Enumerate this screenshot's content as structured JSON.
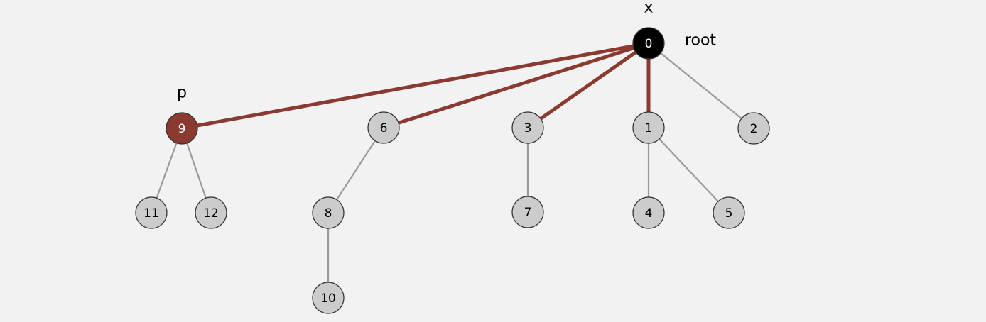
{
  "colors": {
    "node_fill": "#cccccc",
    "node_text": "#000000",
    "root_fill": "#000000",
    "root_text": "#ffffff",
    "highlight_fill": "#8a3a30",
    "highlight_text": "#ffffff",
    "edge_normal": "#9a9a9a",
    "edge_highlight": "#8a3a30"
  },
  "nodes": [
    {
      "id": "0",
      "label": "0",
      "style": "root"
    },
    {
      "id": "9",
      "label": "9",
      "style": "highlight"
    },
    {
      "id": "6",
      "label": "6",
      "style": "normal"
    },
    {
      "id": "3",
      "label": "3",
      "style": "normal"
    },
    {
      "id": "1",
      "label": "1",
      "style": "normal"
    },
    {
      "id": "2",
      "label": "2",
      "style": "normal"
    },
    {
      "id": "11",
      "label": "11",
      "style": "normal"
    },
    {
      "id": "12",
      "label": "12",
      "style": "normal"
    },
    {
      "id": "8",
      "label": "8",
      "style": "normal"
    },
    {
      "id": "7",
      "label": "7",
      "style": "normal"
    },
    {
      "id": "4",
      "label": "4",
      "style": "normal"
    },
    {
      "id": "5",
      "label": "5",
      "style": "normal"
    },
    {
      "id": "10",
      "label": "10",
      "style": "normal"
    }
  ],
  "edges": [
    {
      "from": "0",
      "to": "2",
      "highlight": false
    },
    {
      "from": "9",
      "to": "11",
      "highlight": false
    },
    {
      "from": "9",
      "to": "12",
      "highlight": false
    },
    {
      "from": "6",
      "to": "8",
      "highlight": false
    },
    {
      "from": "8",
      "to": "10",
      "highlight": false
    },
    {
      "from": "3",
      "to": "7",
      "highlight": false
    },
    {
      "from": "1",
      "to": "4",
      "highlight": false
    },
    {
      "from": "1",
      "to": "5",
      "highlight": false
    },
    {
      "from": "0",
      "to": "9",
      "highlight": true
    },
    {
      "from": "0",
      "to": "6",
      "highlight": true
    },
    {
      "from": "0",
      "to": "3",
      "highlight": true
    },
    {
      "from": "0",
      "to": "1",
      "highlight": true
    }
  ],
  "annotations": [
    {
      "text": "x",
      "target": "0",
      "placement": "above"
    },
    {
      "text": "root",
      "target": "0",
      "placement": "right"
    },
    {
      "text": "p",
      "target": "9",
      "placement": "above"
    }
  ]
}
